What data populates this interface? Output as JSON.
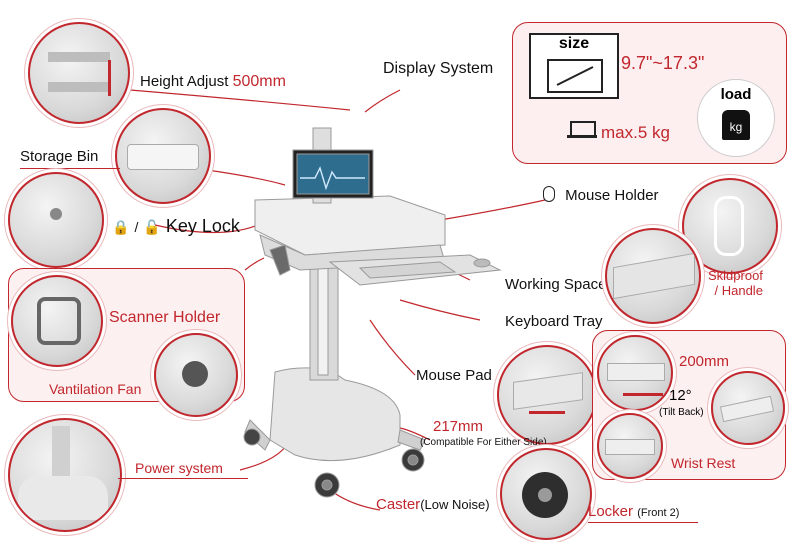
{
  "labels": {
    "height_adjust": "Height Adjust",
    "height_value": "500mm",
    "display_system": "Display System",
    "size": "size",
    "size_range": "9.7\"~17.3\"",
    "load": "load",
    "kg": "kg",
    "max_load": "max.5 kg",
    "storage_bin": "Storage Bin",
    "mouse_holder": "Mouse Holder",
    "key_lock_sep": "/",
    "key_lock": "Key Lock",
    "working_space": "Working Space",
    "skidproof": "Skidproof",
    "handle": "/ Handle",
    "scanner_holder": "Scanner Holder",
    "keyboard_tray": "Keyboard Tray",
    "mouse_pad": "Mouse Pad",
    "tray_width": "200mm",
    "tilt_angle": "12°",
    "tilt_note": "(Tilt Back)",
    "vantilation_fan": "Vantilation Fan",
    "pad_width": "217mm",
    "compatible_note": "(Compatible For Either Side)",
    "wrist_rest": "Wrist Rest",
    "power_system": "Power system",
    "caster": "Caster",
    "caster_note": "(Low Noise)",
    "locker": "Locker",
    "locker_note": "(Front 2)"
  },
  "colors": {
    "accent": "#c1272d",
    "panel_bg": "#fdeff0",
    "cart_body": "#e6e6e6"
  },
  "icons": [
    "mouse-icon",
    "padlock-icon",
    "laptop-icon",
    "weight-icon",
    "monitor-icon"
  ]
}
